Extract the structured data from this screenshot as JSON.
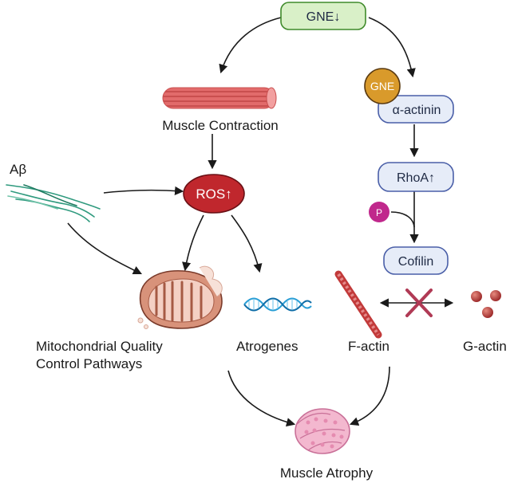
{
  "nodes": {
    "gne_down": "GNE↓",
    "gne_badge": "GNE",
    "alpha_actinin": "α-actinin",
    "rhoa_up": "RhoA↑",
    "phospho": "P",
    "cofilin": "Cofilin",
    "ros_up": "ROS↑"
  },
  "labels": {
    "abeta": "Aβ",
    "muscle_contraction": "Muscle Contraction",
    "mito_line1": "Mitochondrial Quality",
    "mito_line2": "Control Pathways",
    "atrogenes": "Atrogenes",
    "f_actin": "F-actin",
    "g_actin": "G-actin",
    "muscle_atrophy": "Muscle Atrophy"
  },
  "colors": {
    "gne_box_fill": "#d9f0c8",
    "gne_box_stroke": "#3f8a2a",
    "blue_box_fill": "#e6ecf8",
    "blue_box_stroke": "#4a5fa8",
    "ros_fill": "#c0272d",
    "gne_badge_fill": "#d99a2b",
    "phospho_fill": "#c0288c",
    "muscle_red": "#e06a6a",
    "g_actin_red": "#b83a3a",
    "inhibit_x": "#b03a55",
    "dna_blue": "#2a9fd6",
    "abeta_teal": "#2f9a7e"
  },
  "icons": [
    "muscle-fiber-icon",
    "abeta-fibril-icon",
    "mitochondrion-icon",
    "dna-helix-icon",
    "f-actin-filament-icon",
    "g-actin-monomers-icon",
    "inhibition-x-icon",
    "muscle-tissue-icon"
  ]
}
